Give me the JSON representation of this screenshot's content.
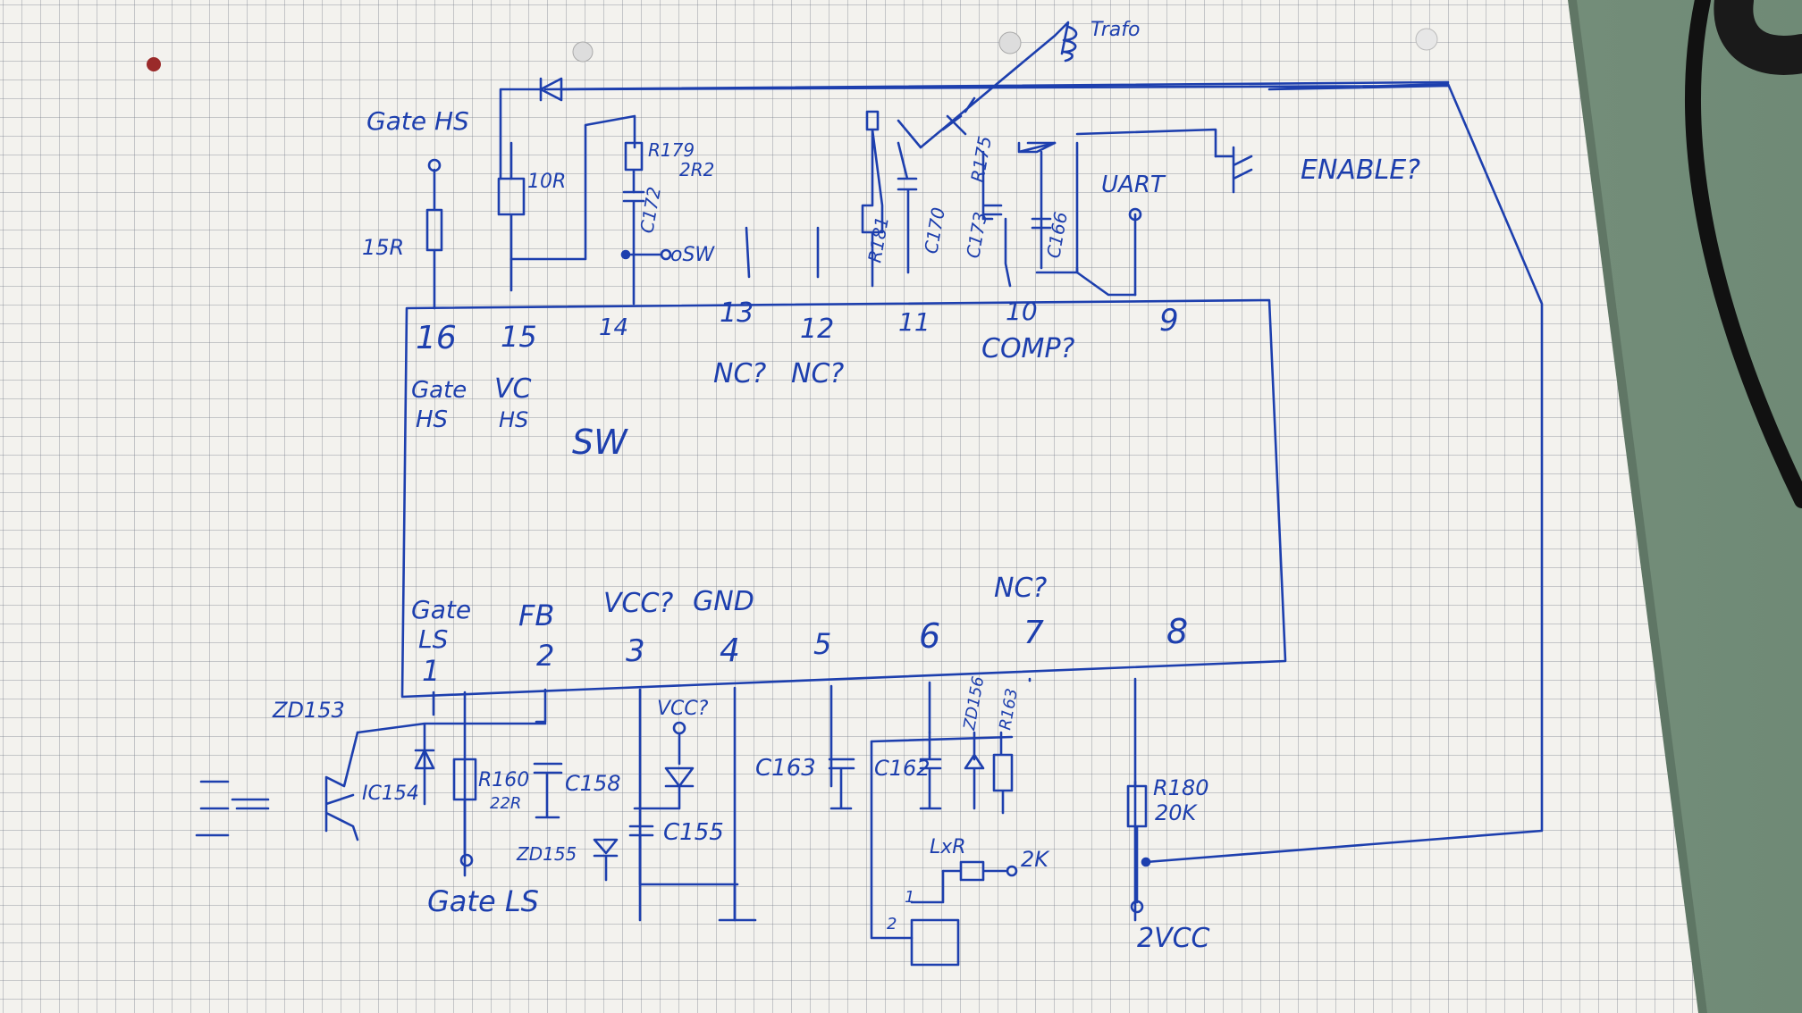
{
  "labels": {
    "trafo": "Trafo",
    "gate_hs_top": "Gate HS",
    "r15": "15R",
    "r10": "10R",
    "r179": "R179",
    "r179_val": "2R2",
    "c172": "C172",
    "osw": "oSW",
    "r181": "R181",
    "c170": "C170",
    "r175": "R175",
    "c173": "C173",
    "c166": "C166",
    "uart": "UART",
    "enable": "ENABLE?",
    "pin16": "16",
    "pin15": "15",
    "pin14": "14",
    "pin13": "13",
    "pin12": "12",
    "pin11": "11",
    "pin10": "10",
    "pin9": "9",
    "gate_hs_a": "Gate",
    "gate_hs_b": "HS",
    "vc_a": "VC",
    "vc_b": "HS",
    "sw": "SW",
    "nc13": "NC?",
    "nc12": "NC?",
    "comp": "COMP?",
    "gate_ls_a": "Gate",
    "gate_ls_b": "LS",
    "fb": "FB",
    "vcc_pin": "VCC?",
    "gnd": "GND",
    "nc7": "NC?",
    "pin1": "1",
    "pin2": "2",
    "pin3": "3",
    "pin4": "4",
    "pin5": "5",
    "pin6": "6",
    "pin7": "7",
    "pin8": "8",
    "zd153": "ZD153",
    "ic154": "IC154",
    "r160": "R160",
    "r160_val": "22R",
    "c158": "C158",
    "vcc_top": "VCC?",
    "zd155": "ZD155",
    "c155": "C155",
    "gate_ls_bottom": "Gate LS",
    "c163": "C163",
    "c162": "C162",
    "zd156": "ZD156",
    "r163": "R163",
    "lxr": "LxR",
    "lk": "2K",
    "r180": "R180",
    "r180_val": "20K",
    "vcc_bottom": "2VCC",
    "n1": "1",
    "n2": "2"
  },
  "colors": {
    "ink": "#1d3fae",
    "paper": "#f3f2ee",
    "grid": "#8a8f9c"
  }
}
